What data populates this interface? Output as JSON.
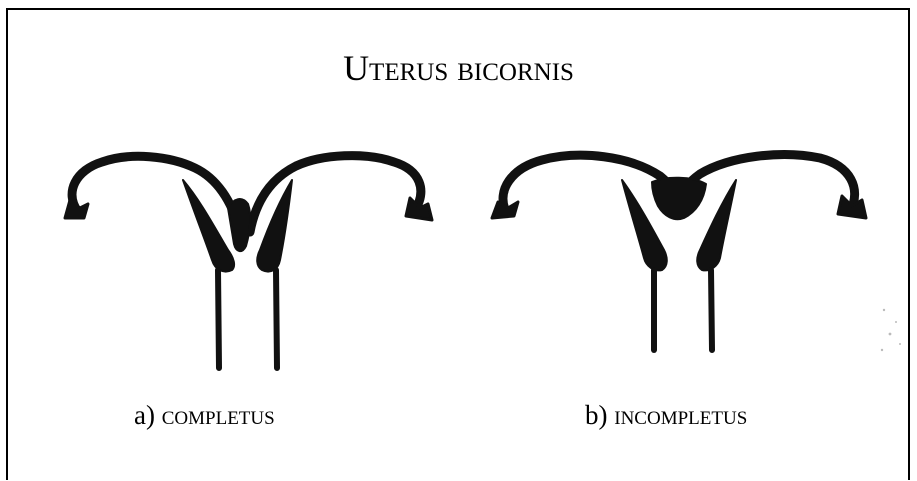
{
  "title": "Uterus bicornis",
  "figures": [
    {
      "marker": "a)",
      "label": "completus",
      "type": "complete"
    },
    {
      "marker": "b)",
      "label": "incompletus",
      "type": "incomplete"
    }
  ],
  "colors": {
    "ink": "#111111",
    "background": "#ffffff"
  }
}
